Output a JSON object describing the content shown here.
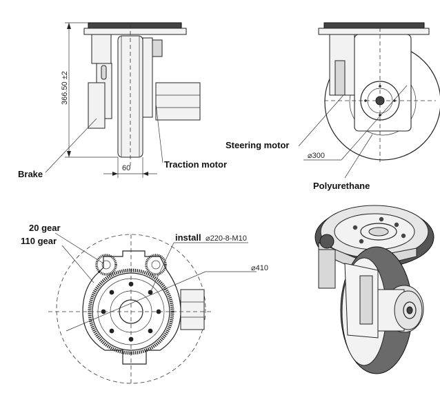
{
  "labels": {
    "brake": "Brake",
    "traction_motor": "Traction motor",
    "steering_motor": "Steering motor",
    "polyurethane": "Polyurethane",
    "gear_20": "20 gear",
    "gear_110": "110 gear",
    "install": "install"
  },
  "dimensions": {
    "height": "366.50 ±2",
    "width": "60",
    "dia_300": "⌀300",
    "install_spec": "⌀220-8-M10",
    "dia_410": "⌀410"
  },
  "colors": {
    "line": "#222222",
    "light_fill": "#f2f2f2",
    "mid_fill": "#d8d8d8",
    "dark_fill": "#444444"
  }
}
